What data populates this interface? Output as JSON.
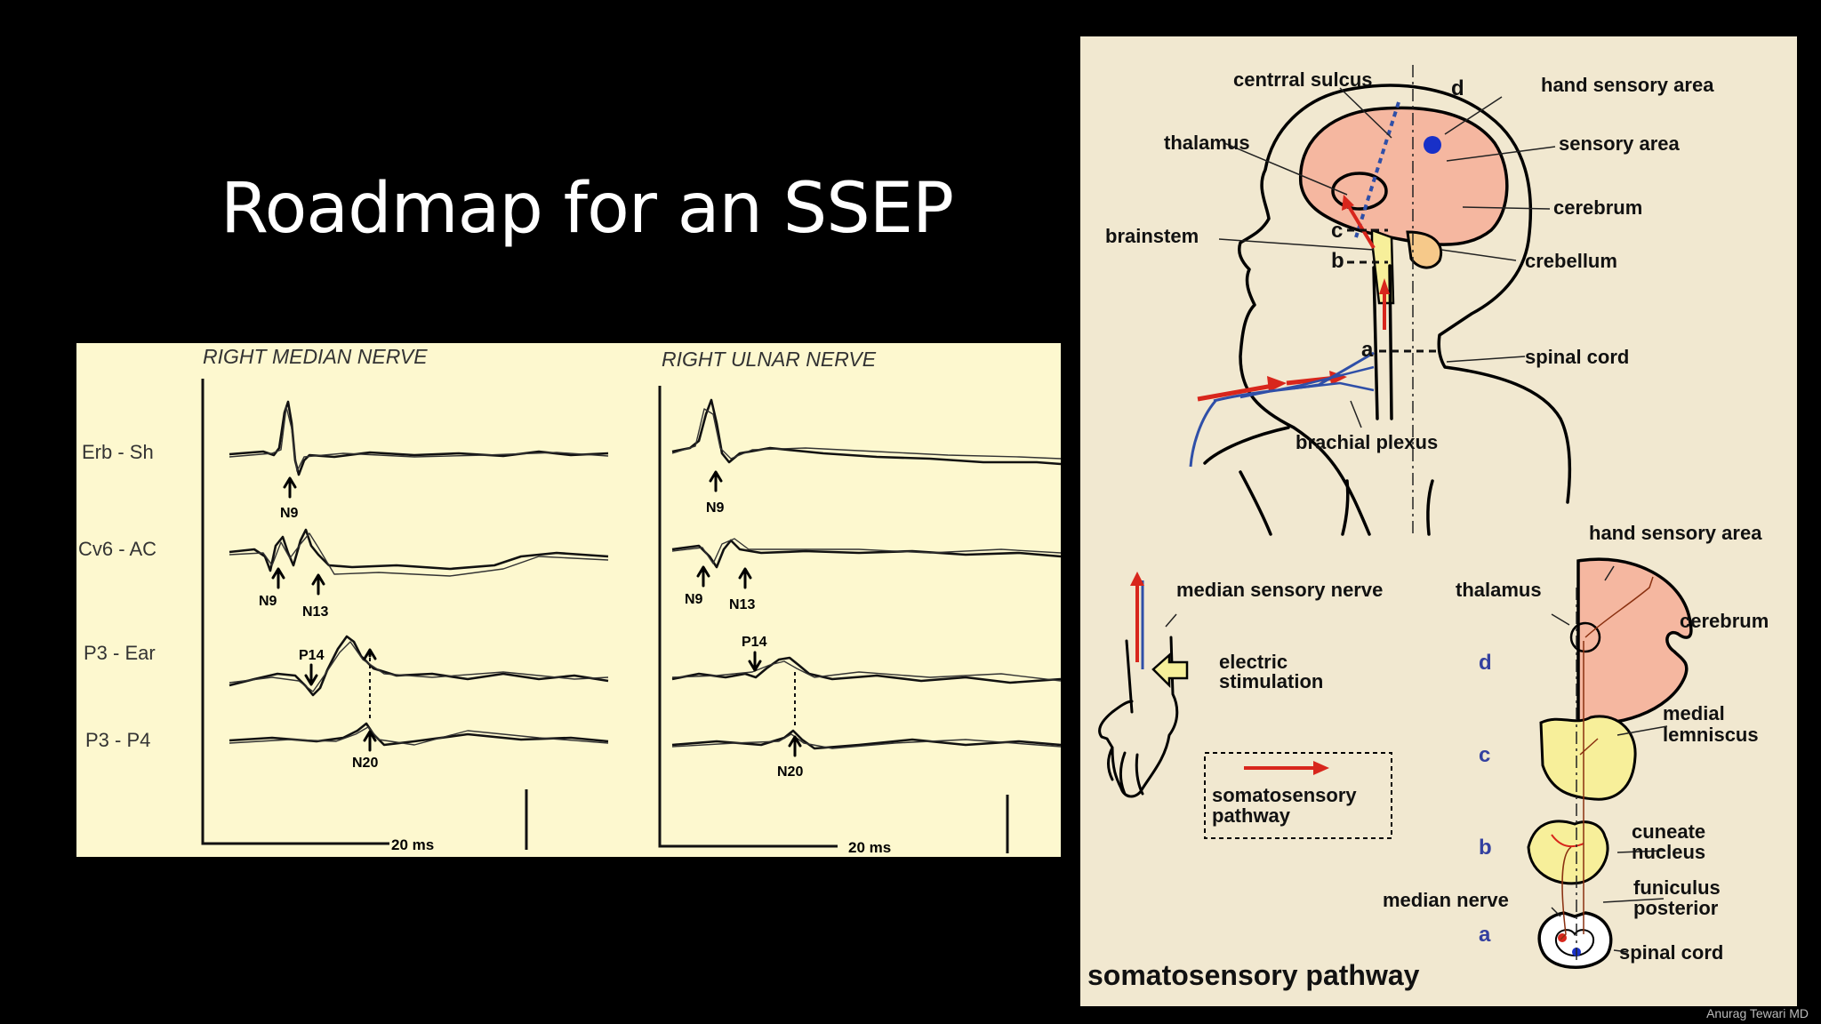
{
  "slide": {
    "title": "Roadmap for an SSEP",
    "watermark": "Anurag Tewari MD"
  },
  "ssep": {
    "median_title": "RIGHT MEDIAN NERVE",
    "ulnar_title": "RIGHT ULNAR NERVE",
    "channels": [
      "Erb - Sh",
      "Cv6 - AC",
      "P3 - Ear",
      "P3 - P4"
    ],
    "median_peaks": {
      "n9_erb": "N9",
      "n9_cv6": "N9",
      "n13": "N13",
      "p14": "P14",
      "n20": "N20"
    },
    "ulnar_peaks": {
      "n9_erb": "N9",
      "n9_cv6": "N9",
      "n13": "N13",
      "p14": "P14",
      "n20": "N20"
    },
    "scale_median": "20 ms",
    "scale_ulnar": "20 ms"
  },
  "pathway": {
    "top": {
      "central_sulcus": "centrral sulcus",
      "d": "d",
      "hand_sensory_area": "hand sensory area",
      "thalamus": "thalamus",
      "sensory_area": "sensory area",
      "cerebrum": "cerebrum",
      "brainstem": "brainstem",
      "c": "c",
      "b": "b",
      "crebellum": "crebellum",
      "a": "a",
      "spinal_cord": "spinal cord",
      "brachial_plexus": "brachial plexus"
    },
    "bottom": {
      "hand_sensory_area": "hand sensory area",
      "median_sensory_nerve": "median sensory nerve",
      "thalamus": "thalamus",
      "cerebrum": "cerebrum",
      "electric": "electric",
      "stimulation": "stimulation",
      "d": "d",
      "medial": "medial",
      "lemniscus": "lemniscus",
      "c": "c",
      "legend_line1": "somatosensory",
      "legend_line2": "pathway",
      "b": "b",
      "cuneate": "cuneate",
      "nucleus": "nucleus",
      "funiculus": "funiculus",
      "posterior": "posterior",
      "median_nerve": "median nerve",
      "a": "a",
      "spinal_cord": "spinal cord",
      "caption": "somatosensory pathway"
    },
    "colors": {
      "pathway_red": "#d8261c",
      "nerve_blue": "#2f4fa8",
      "cerebrum_pink": "#f5b7a0",
      "cerebellum_orange": "#f6c98a",
      "brainstem_yellow": "#f7ef9a"
    }
  }
}
